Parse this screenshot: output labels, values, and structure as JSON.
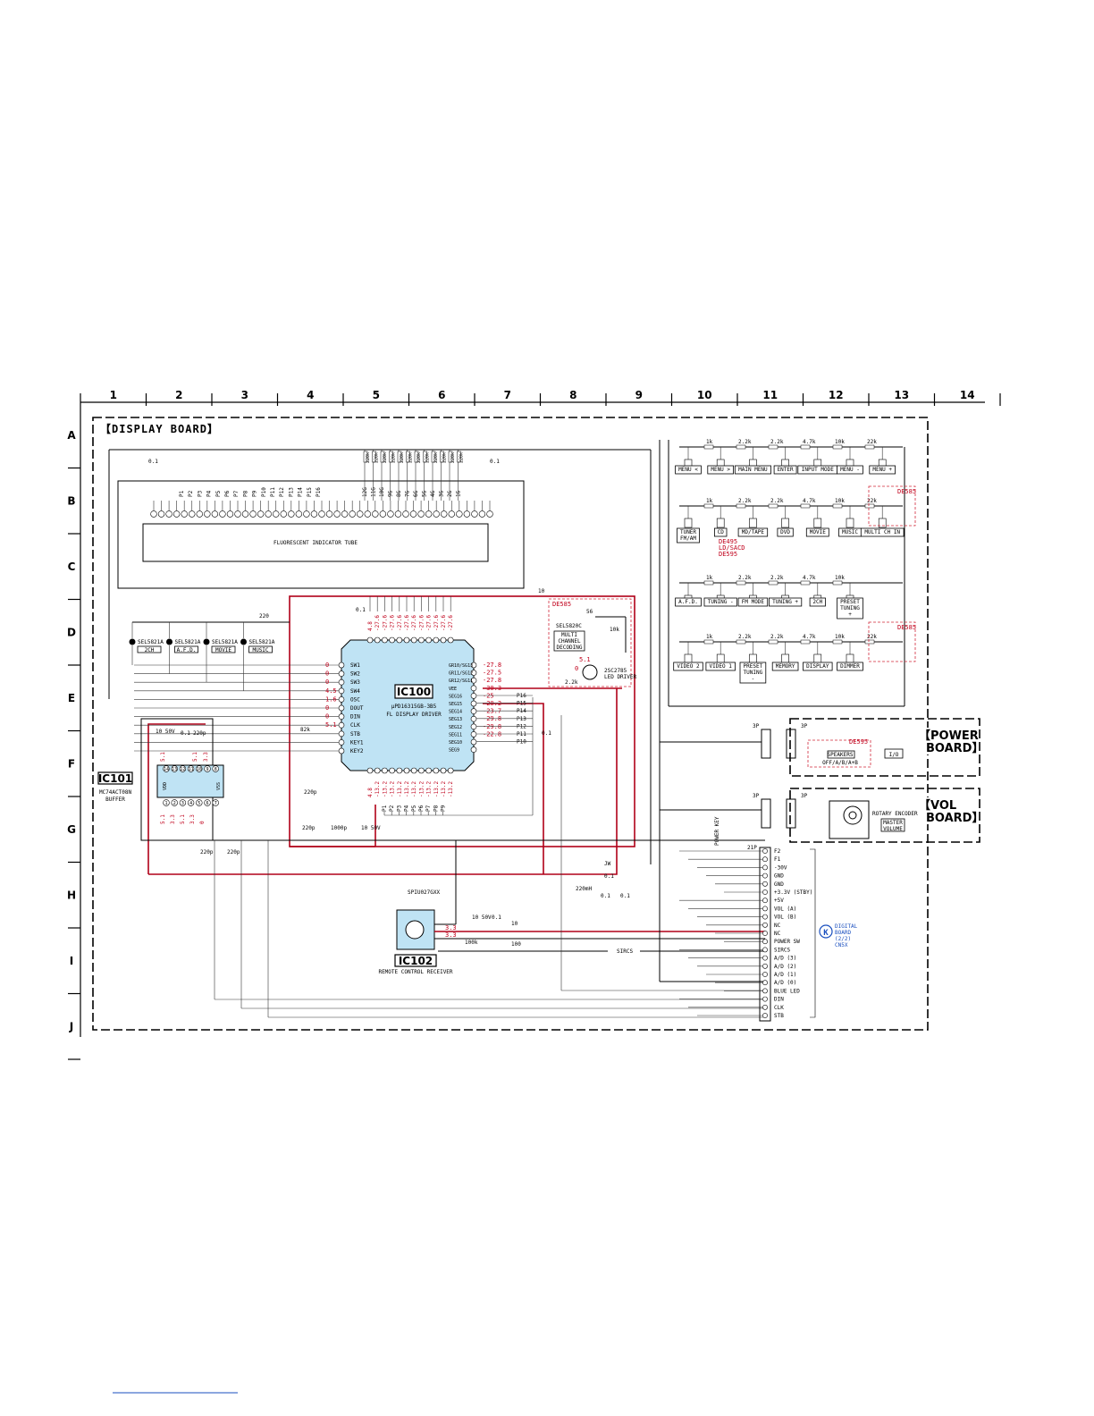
{
  "grid": {
    "columns": [
      "1",
      "2",
      "3",
      "4",
      "5",
      "6",
      "7",
      "8",
      "9",
      "10",
      "11",
      "12",
      "13",
      "14"
    ],
    "rows": [
      "A",
      "B",
      "C",
      "D",
      "E",
      "F",
      "G",
      "H",
      "I",
      "J"
    ]
  },
  "board_title": "【DISPLAY BOARD】",
  "fl_tube": {
    "label": "FLUORESCENT INDICATOR TUBE",
    "grid_labels": [
      "P1",
      "P2",
      "P3",
      "P4",
      "P5",
      "P6",
      "P7",
      "P8",
      "P9",
      "P10",
      "P11",
      "P12",
      "P13",
      "P14",
      "P15",
      "P16"
    ],
    "seg_labels": [
      "12G",
      "11G",
      "10G",
      "9G",
      "8G",
      "7G",
      "6G",
      "5G",
      "4G",
      "3G",
      "2G",
      "1G"
    ],
    "resistors": [
      "220k",
      "220k",
      "220k",
      "220k",
      "220k",
      "220k",
      "220k",
      "220k",
      "220k",
      "220k",
      "220k",
      "220k"
    ],
    "cap_left": "0.1",
    "cap_right": "0.1"
  },
  "ic100": {
    "name": "IC100",
    "part": "μPD16315GB-3B5",
    "function": "FL DISPLAY DRIVER",
    "left_pins": [
      "SW1",
      "SW2",
      "SW3",
      "SW4",
      "OSC",
      "DOUT",
      "DIN",
      "CLK",
      "STB",
      "KEY1",
      "KEY2"
    ],
    "left_volts": [
      "0",
      "0",
      "0",
      "4.5",
      "1.6",
      "0",
      "0",
      "5.1"
    ],
    "right_pins": [
      "GR10/SG13",
      "GR11/SG12",
      "GR12/SG11",
      "VEE",
      "SEG16",
      "SEG15",
      "SEG14",
      "SEG13",
      "SEG12",
      "SEG11",
      "SEG10",
      "SEG9"
    ],
    "right_volts": [
      "-27.8",
      "-27.5",
      "-27.8",
      "-30.3",
      "-25",
      "-20.2",
      "-23.7",
      "-29.8",
      "-29.8",
      "-22.8"
    ],
    "right_nets": [
      "P16",
      "P15",
      "P14",
      "P13",
      "P12",
      "P11",
      "P10"
    ],
    "top_volts": [
      "4.8",
      "-27.6",
      "-27.6",
      "-27.6",
      "-27.6",
      "-27.6",
      "-27.6",
      "-27.6",
      "-27.6",
      "-27.6",
      "-27.6",
      "-27.6"
    ],
    "bottom_volts": [
      "4.8",
      "-13.2",
      "-13.2",
      "-13.2",
      "-13.2",
      "-13.2",
      "-13.2",
      "-13.2",
      "-13.2",
      "-13.2",
      "-13.2",
      "-13.2"
    ],
    "bottom_nets": [
      "P1",
      "P2",
      "P3",
      "P4",
      "P5",
      "P6",
      "P7",
      "P8",
      "P9"
    ],
    "passives": [
      "82k",
      "220",
      "0.1",
      "10 50V",
      "220p",
      "1000p",
      "220p"
    ]
  },
  "ic101": {
    "name": "IC101",
    "part": "MC74ACT08N",
    "function": "BUFFER",
    "top_pins": [
      "14",
      "13",
      "12",
      "11",
      "10",
      "9",
      "8"
    ],
    "bottom_pins": [
      "1",
      "2",
      "3",
      "4",
      "5",
      "6",
      "7"
    ],
    "volts_top": [
      "5.1",
      "5.1",
      "3.3"
    ],
    "volts_bottom": [
      "5.1",
      "3.3",
      "5.1",
      "3.3",
      "0"
    ],
    "passives": [
      "10 50V",
      "0.1",
      "220p",
      "220p",
      "220p"
    ]
  },
  "ic102": {
    "name": "IC102",
    "part": "SPIU027GXX",
    "function": "REMOTE CONTROL RECEIVER",
    "volts": [
      "3.3",
      "3.3"
    ],
    "passives": [
      "10 50V",
      "0.1",
      "10",
      "100",
      "100k"
    ]
  },
  "leds": [
    {
      "part": "SEL5821A",
      "label": "2CH"
    },
    {
      "part": "SEL5821A",
      "label": "A.F.D."
    },
    {
      "part": "SEL5821A",
      "label": "MOVIE"
    },
    {
      "part": "SEL5821A",
      "label": "MUSIC"
    }
  ],
  "led_resistor": "220",
  "led_driver": {
    "tag": "DE585",
    "led_part": "SEL5820C",
    "led_label": "MULTI CHANNEL DECODING",
    "transistor": "2SC2785",
    "transistor_label": "LED DRIVER",
    "resistors": [
      "56",
      "10k",
      "2.2k"
    ],
    "volts": [
      "5.1",
      "0"
    ],
    "res_top": "10"
  },
  "key_rows": [
    {
      "resistors": [
        "1k",
        "2.2k",
        "2.2k",
        "4.7k",
        "10k",
        "22k"
      ],
      "keys": [
        "MENU <",
        "MENU >",
        "MAIN MENU",
        "ENTER",
        "INPUT MODE",
        "MENU -",
        "MENU +"
      ]
    },
    {
      "resistors": [
        "1k",
        "2.2k",
        "2.2k",
        "4.7k",
        "10k",
        "22k"
      ],
      "keys": [
        "TUNER FM/AM",
        "CD",
        "MD/TAPE",
        "DVD",
        "MOVIE",
        "MUSIC",
        "MULTI CH IN"
      ],
      "sub_red": [
        "DE495",
        "LD/SACD",
        "DE595"
      ],
      "tag": "DE585"
    },
    {
      "resistors": [
        "1k",
        "2.2k",
        "2.2k",
        "4.7k",
        "10k"
      ],
      "keys": [
        "A.F.D.",
        "TUNING -",
        "FM MODE",
        "TUNING +",
        "2CH",
        "PRESET TUNING +"
      ]
    },
    {
      "resistors": [
        "1k",
        "2.2k",
        "2.2k",
        "4.7k",
        "10k",
        "22k"
      ],
      "keys": [
        "VIDEO 2",
        "VIDEO 1",
        "PRESET TUNING -",
        "MEMORY",
        "DISPLAY",
        "DIMMER"
      ],
      "tag": "DE585"
    }
  ],
  "power_board": {
    "title": "POWER BOARD",
    "connectors": [
      "3P",
      "3P"
    ],
    "switch_label": "SPEAKERS OFF/A/B/A+B",
    "switch_tag": "DE595",
    "key_label": "I/O"
  },
  "vol_board": {
    "title": "VOL BOARD",
    "connectors": [
      "3P",
      "3P"
    ],
    "encoder_label": "ROTARY ENCODER",
    "encoder_name": "MASTER VOLUME"
  },
  "connector_21p": {
    "name": "21P",
    "pins": [
      "F2",
      "F1",
      "-30V",
      "GND",
      "GND",
      "+3.3V (STBY)",
      "+5V",
      "VOL (A)",
      "VOL (B)",
      "NC",
      "NC",
      "POWER SW",
      "SIRCS",
      "A/D (3)",
      "A/D (2)",
      "A/D (1)",
      "A/D (0)",
      "BLUE LED",
      "DIN",
      "CLK",
      "STB"
    ]
  },
  "digital_board": {
    "badge": "K",
    "line1": "DIGITAL",
    "line2": "BOARD",
    "line3": "(2/2)",
    "line4": "CN5X"
  },
  "misc": {
    "power_key": "POWER KEY",
    "sircs": "SIRCS",
    "cap_filter": [
      "0.1",
      "0.1",
      "0.1",
      "220mH",
      "JW"
    ],
    "vee_cap": "0.1",
    "fl_res": "10"
  }
}
